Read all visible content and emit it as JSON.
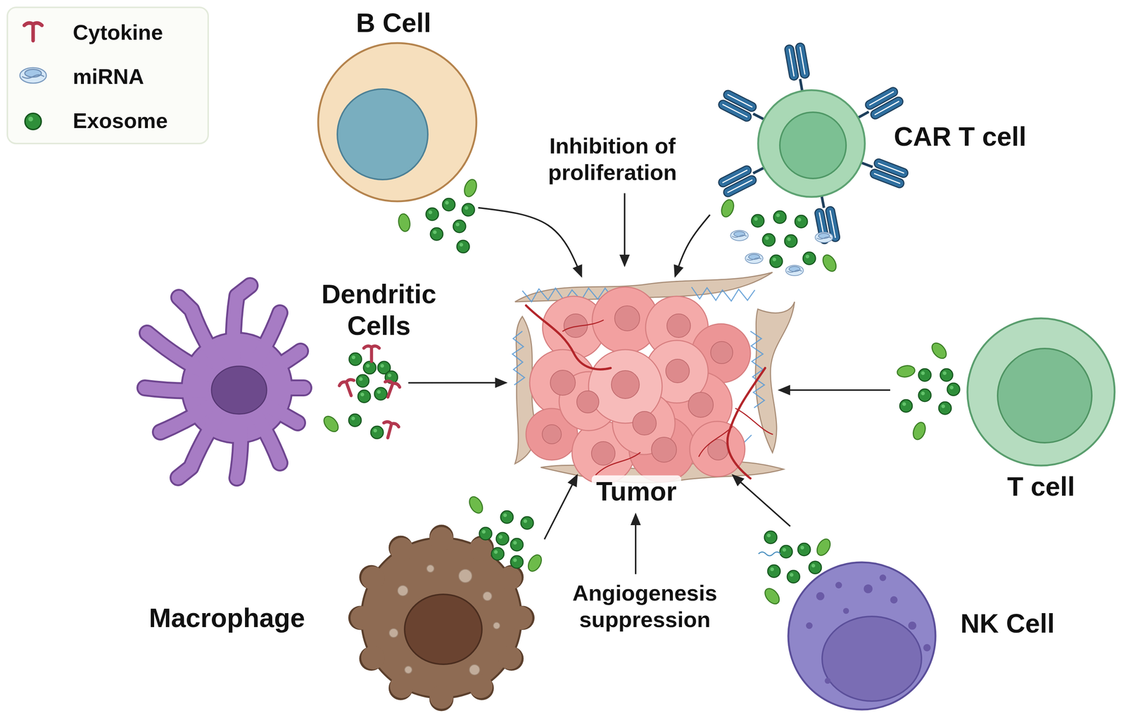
{
  "diagram": {
    "nodes": [
      {
        "text": [
          "B Cell"
        ]
      },
      {
        "text": [
          "CAR T cell"
        ]
      },
      {
        "text": [
          "Dendritic Cells"
        ]
      },
      {
        "text": [
          "T cell"
        ]
      },
      {
        "text": [
          "Tumor"
        ]
      },
      {
        "text": [
          "Macrophage"
        ]
      },
      {
        "text": [
          "NK Cell"
        ]
      }
    ],
    "edges": [
      {
        "from": 0,
        "to": 4,
        "arrow": "to"
      },
      {
        "from": 1,
        "to": 4,
        "arrow": "to"
      },
      {
        "from": 2,
        "to": 4,
        "arrow": "to"
      },
      {
        "from": 3,
        "to": 4,
        "arrow": "to"
      },
      {
        "from": 5,
        "to": 4,
        "arrow": "to"
      },
      {
        "from": 6,
        "to": 4,
        "arrow": "to"
      }
    ],
    "labels": [
      "Inhibition of proliferation",
      "Angiogenesis suppression"
    ],
    "legend": [
      {
        "text": "Cytokine"
      },
      {
        "text": "miRNA"
      },
      {
        "text": "Exosome"
      }
    ]
  }
}
